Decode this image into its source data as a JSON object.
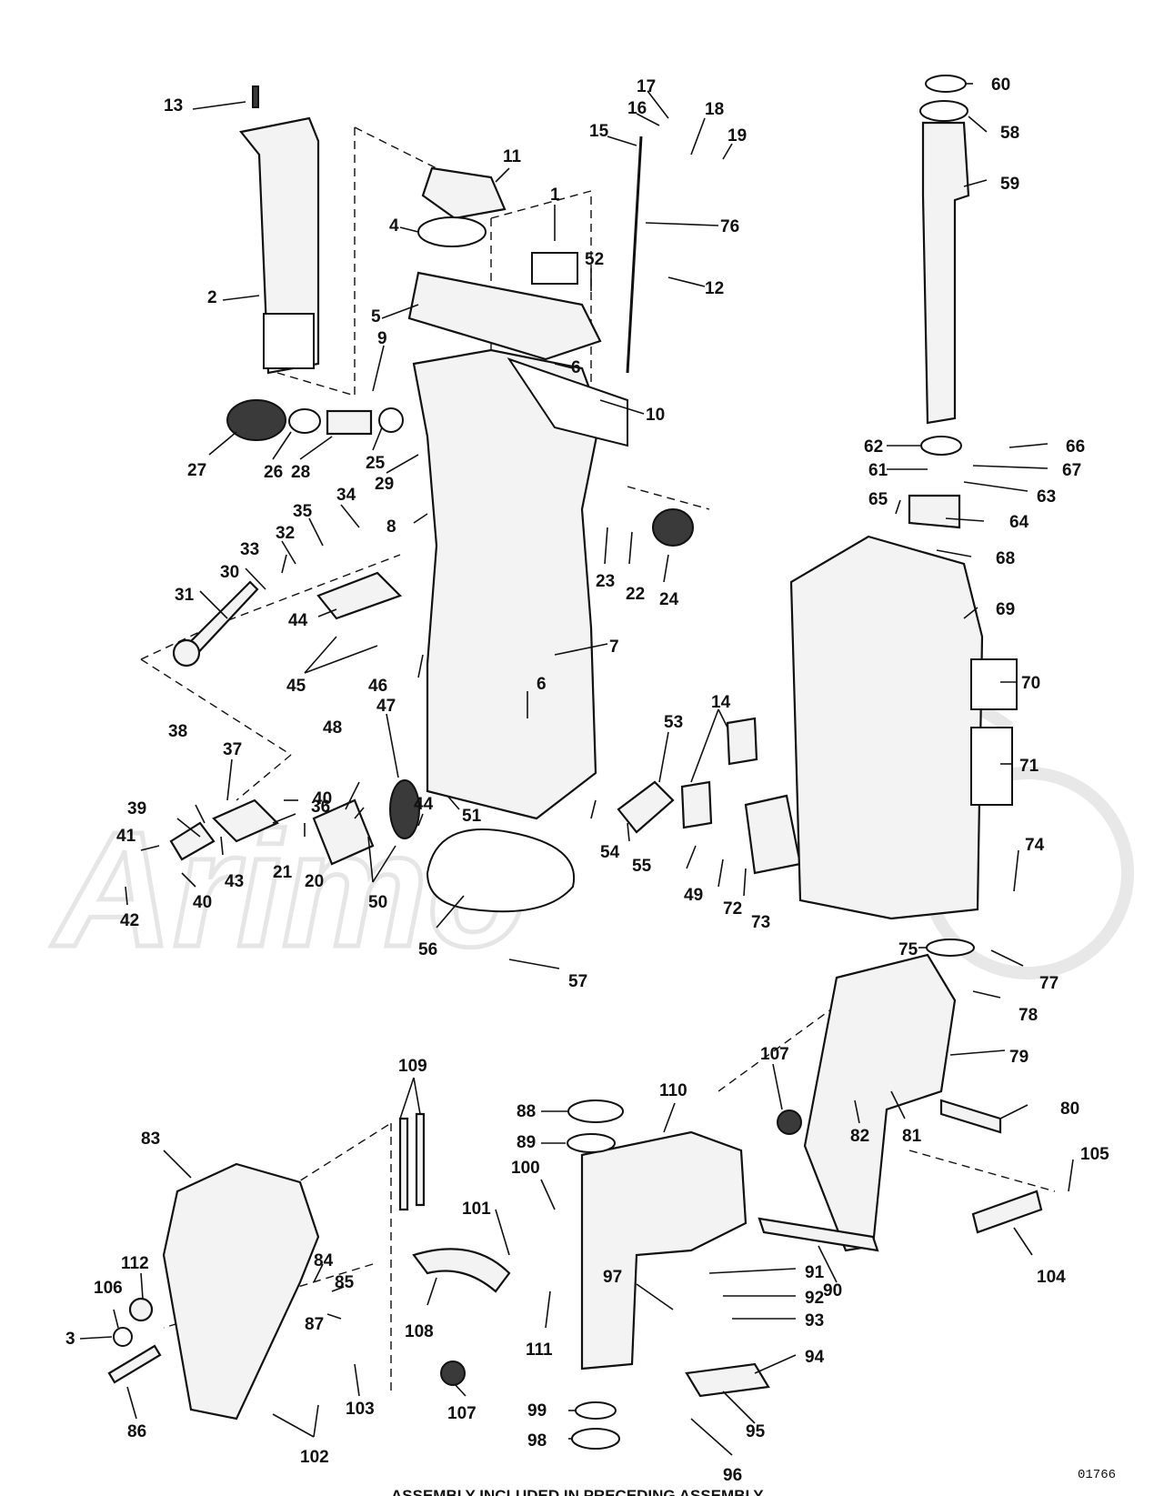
{
  "diagram": {
    "drawing_code": "01766",
    "footer_note": "ASSEMBLY INCLUDED IN PRECEDING ASSEMBLY",
    "watermark": "Arimo",
    "callouts": [
      {
        "id": "c13",
        "label": "13"
      },
      {
        "id": "c2",
        "label": "2"
      },
      {
        "id": "c11",
        "label": "11"
      },
      {
        "id": "c4",
        "label": "4"
      },
      {
        "id": "c5",
        "label": "5"
      },
      {
        "id": "c1",
        "label": "1"
      },
      {
        "id": "c52",
        "label": "52"
      },
      {
        "id": "c9",
        "label": "9"
      },
      {
        "id": "c6a",
        "label": "6"
      },
      {
        "id": "c10",
        "label": "10"
      },
      {
        "id": "c17",
        "label": "17"
      },
      {
        "id": "c16",
        "label": "16"
      },
      {
        "id": "c15",
        "label": "15"
      },
      {
        "id": "c18",
        "label": "18"
      },
      {
        "id": "c19",
        "label": "19"
      },
      {
        "id": "c76",
        "label": "76"
      },
      {
        "id": "c12",
        "label": "12"
      },
      {
        "id": "c27",
        "label": "27"
      },
      {
        "id": "c26",
        "label": "26"
      },
      {
        "id": "c28",
        "label": "28"
      },
      {
        "id": "c25",
        "label": "25"
      },
      {
        "id": "c29",
        "label": "29"
      },
      {
        "id": "c34",
        "label": "34"
      },
      {
        "id": "c35",
        "label": "35"
      },
      {
        "id": "c32",
        "label": "32"
      },
      {
        "id": "c33",
        "label": "33"
      },
      {
        "id": "c8",
        "label": "8"
      },
      {
        "id": "c30",
        "label": "30"
      },
      {
        "id": "c31",
        "label": "31"
      },
      {
        "id": "c44a",
        "label": "44"
      },
      {
        "id": "c45",
        "label": "45"
      },
      {
        "id": "c46",
        "label": "46"
      },
      {
        "id": "c7",
        "label": "7"
      },
      {
        "id": "c23",
        "label": "23"
      },
      {
        "id": "c22",
        "label": "22"
      },
      {
        "id": "c24",
        "label": "24"
      },
      {
        "id": "c6b",
        "label": "6"
      },
      {
        "id": "c47",
        "label": "47"
      },
      {
        "id": "c48",
        "label": "48"
      },
      {
        "id": "c37",
        "label": "37"
      },
      {
        "id": "c38",
        "label": "38"
      },
      {
        "id": "c39",
        "label": "39"
      },
      {
        "id": "c40a",
        "label": "40"
      },
      {
        "id": "c36",
        "label": "36"
      },
      {
        "id": "c44b",
        "label": "44"
      },
      {
        "id": "c41",
        "label": "41"
      },
      {
        "id": "c21",
        "label": "21"
      },
      {
        "id": "c20",
        "label": "20"
      },
      {
        "id": "c43",
        "label": "43"
      },
      {
        "id": "c40b",
        "label": "40"
      },
      {
        "id": "c42",
        "label": "42"
      },
      {
        "id": "c50",
        "label": "50"
      },
      {
        "id": "c51",
        "label": "51"
      },
      {
        "id": "c56",
        "label": "56"
      },
      {
        "id": "c57",
        "label": "57"
      },
      {
        "id": "c53",
        "label": "53"
      },
      {
        "id": "c14",
        "label": "14"
      },
      {
        "id": "c54",
        "label": "54"
      },
      {
        "id": "c55",
        "label": "55"
      },
      {
        "id": "c49",
        "label": "49"
      },
      {
        "id": "c72",
        "label": "72"
      },
      {
        "id": "c73",
        "label": "73"
      },
      {
        "id": "c60",
        "label": "60"
      },
      {
        "id": "c58",
        "label": "58"
      },
      {
        "id": "c59",
        "label": "59"
      },
      {
        "id": "c62",
        "label": "62"
      },
      {
        "id": "c66",
        "label": "66"
      },
      {
        "id": "c61",
        "label": "61"
      },
      {
        "id": "c67",
        "label": "67"
      },
      {
        "id": "c63",
        "label": "63"
      },
      {
        "id": "c65",
        "label": "65"
      },
      {
        "id": "c64",
        "label": "64"
      },
      {
        "id": "c68",
        "label": "68"
      },
      {
        "id": "c69",
        "label": "69"
      },
      {
        "id": "c70",
        "label": "70"
      },
      {
        "id": "c71",
        "label": "71"
      },
      {
        "id": "c74",
        "label": "74"
      },
      {
        "id": "c75",
        "label": "75"
      },
      {
        "id": "c77",
        "label": "77"
      },
      {
        "id": "c78",
        "label": "78"
      },
      {
        "id": "c79",
        "label": "79"
      },
      {
        "id": "c107a",
        "label": "107"
      },
      {
        "id": "c80",
        "label": "80"
      },
      {
        "id": "c82",
        "label": "82"
      },
      {
        "id": "c81",
        "label": "81"
      },
      {
        "id": "c105",
        "label": "105"
      },
      {
        "id": "c104",
        "label": "104"
      },
      {
        "id": "c109",
        "label": "109"
      },
      {
        "id": "c110",
        "label": "110"
      },
      {
        "id": "c88",
        "label": "88"
      },
      {
        "id": "c89",
        "label": "89"
      },
      {
        "id": "c100",
        "label": "100"
      },
      {
        "id": "c101",
        "label": "101"
      },
      {
        "id": "c90",
        "label": "90"
      },
      {
        "id": "c91",
        "label": "91"
      },
      {
        "id": "c92",
        "label": "92"
      },
      {
        "id": "c93",
        "label": "93"
      },
      {
        "id": "c94",
        "label": "94"
      },
      {
        "id": "c97",
        "label": "97"
      },
      {
        "id": "c108",
        "label": "108"
      },
      {
        "id": "c111",
        "label": "111"
      },
      {
        "id": "c107b",
        "label": "107"
      },
      {
        "id": "c99",
        "label": "99"
      },
      {
        "id": "c98",
        "label": "98"
      },
      {
        "id": "c95",
        "label": "95"
      },
      {
        "id": "c96",
        "label": "96"
      },
      {
        "id": "c83",
        "label": "83"
      },
      {
        "id": "c84",
        "label": "84"
      },
      {
        "id": "c85",
        "label": "85"
      },
      {
        "id": "c112",
        "label": "112"
      },
      {
        "id": "c106",
        "label": "106"
      },
      {
        "id": "c3",
        "label": "3"
      },
      {
        "id": "c87",
        "label": "87"
      },
      {
        "id": "c86",
        "label": "86"
      },
      {
        "id": "c103",
        "label": "103"
      },
      {
        "id": "c102",
        "label": "102"
      }
    ]
  }
}
